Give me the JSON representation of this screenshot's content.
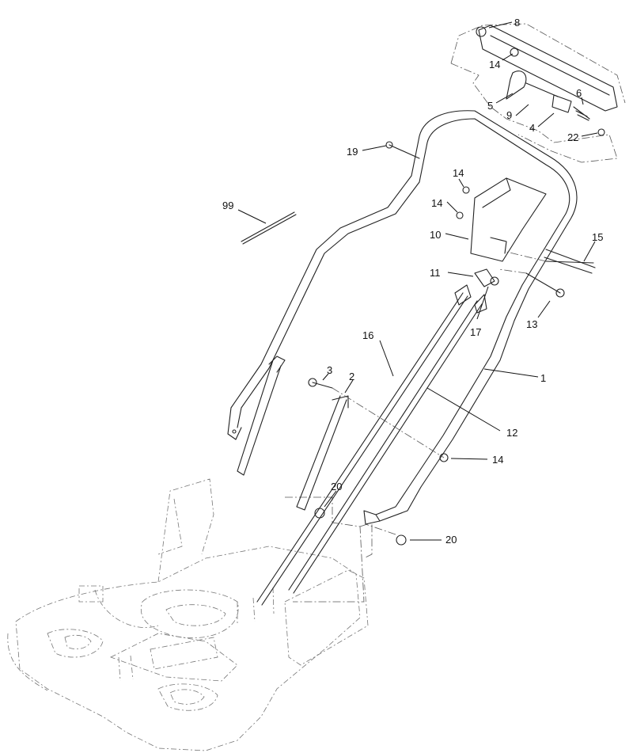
{
  "diagram": {
    "callouts": [
      "8",
      "14",
      "5",
      "9",
      "6",
      "4",
      "22",
      "19",
      "14",
      "14",
      "99",
      "10",
      "15",
      "11",
      "13",
      "17",
      "16",
      "1",
      "3",
      "2",
      "12",
      "14",
      "20",
      "20"
    ]
  }
}
